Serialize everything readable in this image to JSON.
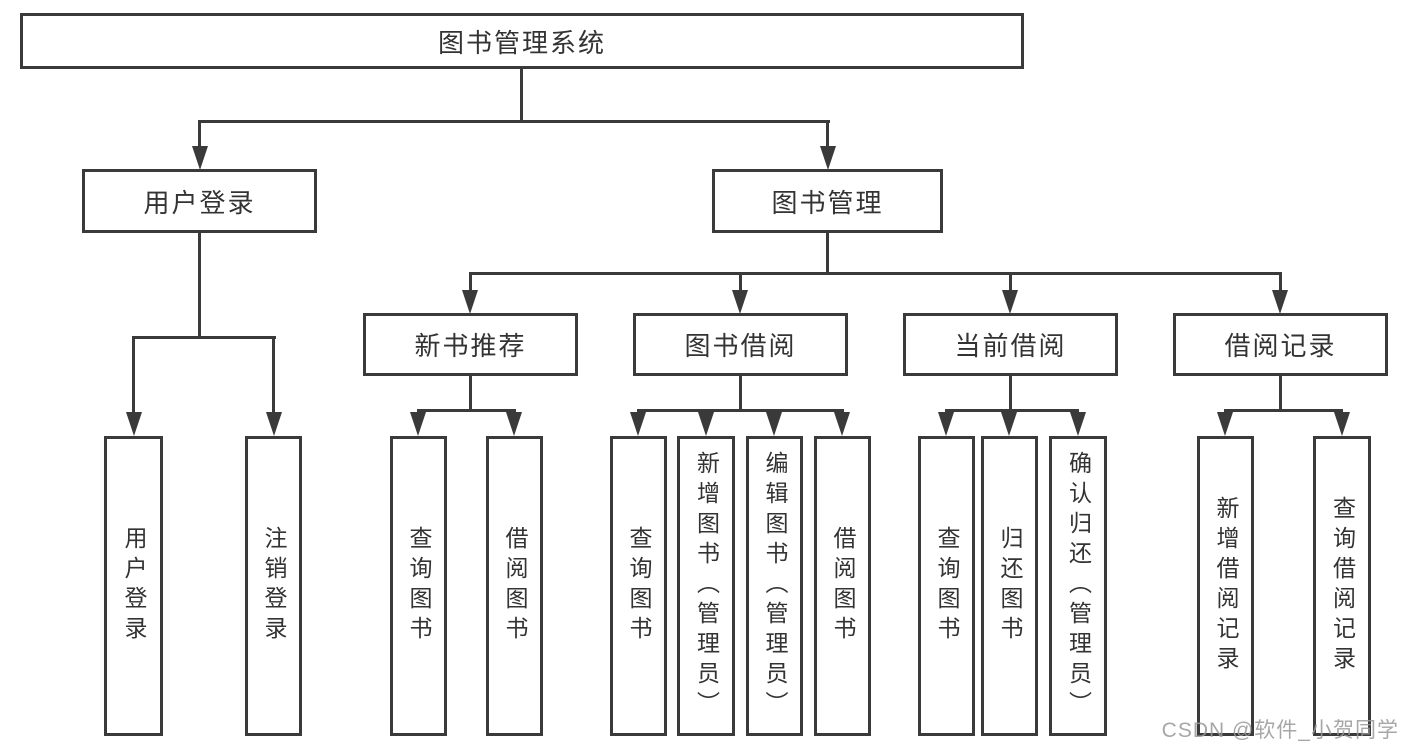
{
  "diagram": {
    "watermark": "CSDN @软件_小贺同学",
    "colors": {
      "line": "#3a3a3a",
      "text": "#333333",
      "background": "#ffffff",
      "watermark": "#989898"
    }
  },
  "nodes": {
    "root": {
      "label": "图书管理系统"
    },
    "branch_user_login": {
      "label": "用户登录"
    },
    "branch_book_mgmt": {
      "label": "图书管理"
    },
    "group_new_book": {
      "label": "新书推荐"
    },
    "group_book_borrow": {
      "label": "图书借阅"
    },
    "group_current_borrow": {
      "label": "当前借阅"
    },
    "group_borrow_record": {
      "label": "借阅记录"
    },
    "leaf_user_login": {
      "label": "用户登录"
    },
    "leaf_logout": {
      "label": "注销登录"
    },
    "leaf_nb_search_book": {
      "label": "查询图书"
    },
    "leaf_nb_borrow_book": {
      "label": "借阅图书"
    },
    "leaf_bb_search_book": {
      "label": "查询图书"
    },
    "leaf_bb_add_book": {
      "label": "新增图书（管理员）"
    },
    "leaf_bb_edit_book": {
      "label": "编辑图书（管理员）"
    },
    "leaf_bb_borrow_book": {
      "label": "借阅图书"
    },
    "leaf_cb_search_book": {
      "label": "查询图书"
    },
    "leaf_cb_return_book": {
      "label": "归还图书"
    },
    "leaf_cb_confirm_return": {
      "label": "确认归还（管理员）"
    },
    "leaf_br_add_record": {
      "label": "新增借阅记录"
    },
    "leaf_br_search_record": {
      "label": "查询借阅记录"
    }
  },
  "hierarchy": {
    "root": "图书管理系统",
    "children": [
      {
        "label": "用户登录",
        "children": [
          "用户登录",
          "注销登录"
        ]
      },
      {
        "label": "图书管理",
        "children": [
          {
            "label": "新书推荐",
            "children": [
              "查询图书",
              "借阅图书"
            ]
          },
          {
            "label": "图书借阅",
            "children": [
              "查询图书",
              "新增图书（管理员）",
              "编辑图书（管理员）",
              "借阅图书"
            ]
          },
          {
            "label": "当前借阅",
            "children": [
              "查询图书",
              "归还图书",
              "确认归还（管理员）"
            ]
          },
          {
            "label": "借阅记录",
            "children": [
              "新增借阅记录",
              "查询借阅记录"
            ]
          }
        ]
      }
    ]
  }
}
